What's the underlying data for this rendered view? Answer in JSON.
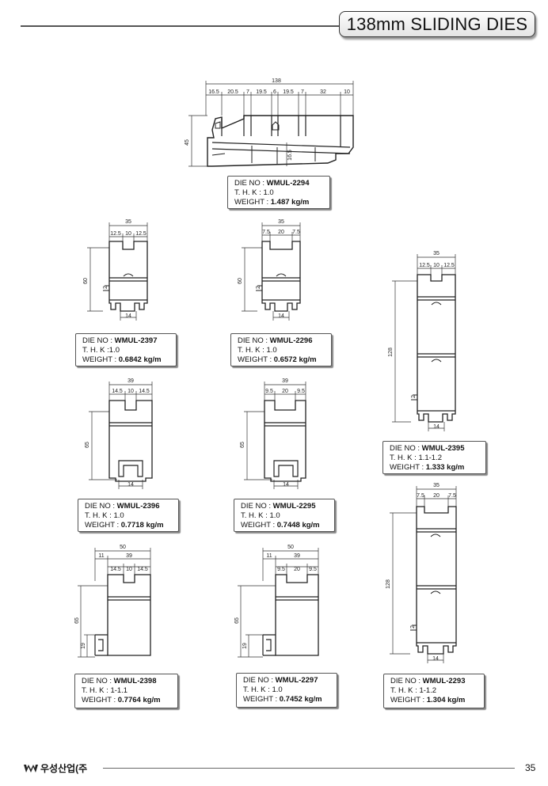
{
  "header": {
    "title": "138mm SLIDING DIES"
  },
  "labels": {
    "die_no": "DIE NO :",
    "thk": "T. H. K :",
    "weight": "WEIGHT :"
  },
  "dies": {
    "d2294": {
      "die_no": "WMUL-2294",
      "thk": "1.0",
      "weight": "1.487 kg/m"
    },
    "d2397": {
      "die_no": "WMUL-2397",
      "thk": "1.0",
      "weight": "0.6842 kg/m"
    },
    "d2296": {
      "die_no": "WMUL-2296",
      "thk": "1.0",
      "weight": "0.6572 kg/m"
    },
    "d2395": {
      "die_no": "WMUL-2395",
      "thk": "1.1-1.2",
      "weight": "1.333 kg/m"
    },
    "d2396": {
      "die_no": "WMUL-2396",
      "thk": "1.0",
      "weight": "0.7718 kg/m"
    },
    "d2295": {
      "die_no": "WMUL-2295",
      "thk": "1.0",
      "weight": "0.7448 kg/m"
    },
    "d2398": {
      "die_no": "WMUL-2398",
      "thk": "1-1.1",
      "weight": "0.7764 kg/m"
    },
    "d2297": {
      "die_no": "WMUL-2297",
      "thk": "1.0",
      "weight": "0.7452 kg/m"
    },
    "d2293": {
      "die_no": "WMUL-2293",
      "thk": "1-1.2",
      "weight": "1.304 kg/m"
    }
  },
  "dims": {
    "d2294": {
      "total": "138",
      "a": "16.5",
      "b": "20.5",
      "c": "7",
      "d": "19.5",
      "e": "6",
      "f": "19.5",
      "g": "7",
      "h": "32",
      "i": "10",
      "height": "45",
      "inner": "16.5"
    },
    "d2397": {
      "total": "35",
      "a": "12.5",
      "b": "10",
      "c": "12.5",
      "height": "60",
      "bottom": "14",
      "small": "2"
    },
    "d2296": {
      "total": "35",
      "a": "7.5",
      "b": "20",
      "c": "7.5",
      "height": "60",
      "bottom": "14",
      "small": "2"
    },
    "d2395": {
      "total": "35",
      "a": "12.5",
      "b": "10",
      "c": "12.5",
      "height": "128",
      "bottom": "14",
      "small": "2"
    },
    "d2396": {
      "total": "39",
      "a": "14.5",
      "b": "10",
      "c": "14.5",
      "height": "65",
      "bottom": "14"
    },
    "d2295": {
      "total": "39",
      "a": "9.5",
      "b": "20",
      "c": "9.5",
      "height": "65",
      "bottom": "14"
    },
    "d2398": {
      "outer": "50",
      "left": "11",
      "total": "39",
      "a": "14.5",
      "b": "10",
      "c": "14.5",
      "height": "65",
      "low": "19"
    },
    "d2297": {
      "outer": "50",
      "left": "11",
      "total": "39",
      "a": "9.5",
      "b": "20",
      "c": "9.5",
      "height": "65",
      "low": "19"
    },
    "d2293": {
      "total": "35",
      "a": "7.5",
      "b": "20",
      "c": "7.5",
      "height": "128",
      "bottom": "14",
      "small": "2"
    }
  },
  "footer": {
    "company": "우성산업(주",
    "page": "35"
  }
}
